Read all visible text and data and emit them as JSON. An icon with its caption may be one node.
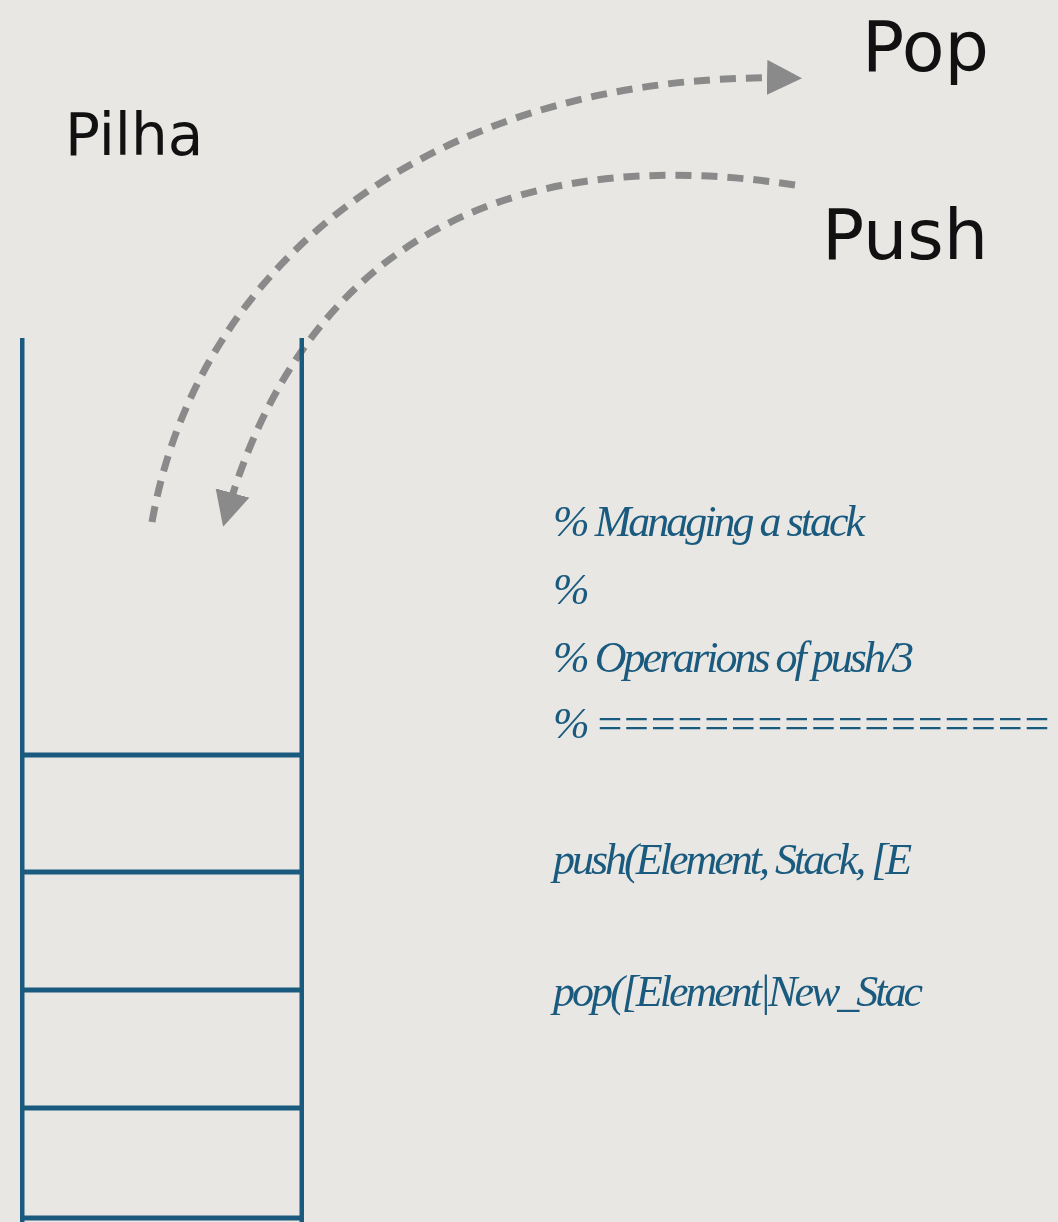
{
  "diagram": {
    "nodes": [
      {
        "text": [
          "Pilha"
        ]
      },
      {
        "text": [
          "Pop"
        ]
      },
      {
        "text": [
          "Push"
        ]
      }
    ],
    "edges": [
      {
        "from": 0,
        "to": 1,
        "arrow": "to",
        "style": "dashed"
      },
      {
        "from": 2,
        "to": 0,
        "arrow": "to",
        "style": "dashed"
      }
    ],
    "labels": [
      "% Managing a stack",
      "%",
      "% Operarions of push/3",
      "% =================",
      "push(Element, Stack, [E",
      "pop([Element|New_Stac"
    ]
  }
}
